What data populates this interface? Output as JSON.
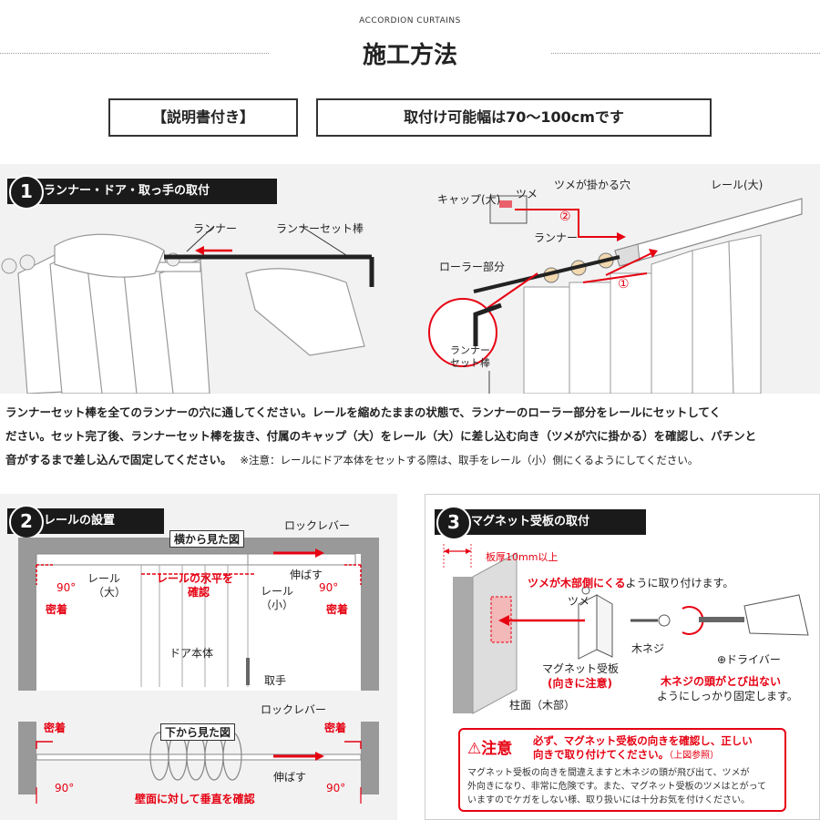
{
  "header": {
    "subtitle": "ACCORDION CURTAINS",
    "title": "施工方法",
    "badge_manual": "【説明書付き】",
    "badge_width": "取付け可能幅は70〜100cmです"
  },
  "step1": {
    "number": "1",
    "heading": "ランナー・ドア・取っ手の取付",
    "label_runner": "ランナー",
    "label_runner_rod": "ランナーセット棒",
    "label_cap": "キャップ(大)",
    "label_claw": "ツメ",
    "label_claw_hole": "ツメが掛かる穴",
    "label_rail_large": "レール(大)",
    "label_runner2": "ランナー",
    "label_roller": "ローラー部分",
    "label_rod_circle_1": "ランナー",
    "label_rod_circle_2": "セット棒",
    "mark_1": "①",
    "mark_2": "②",
    "instruction_1": "ランナーセット棒を全てのランナーの穴に通してください。レールを縮めたままの状態で、ランナーのローラー部分をレールにセットしてく",
    "instruction_2": "ださい。セット完了後、ランナーセット棒を抜き、付属のキャップ（大）をレール（大）に差し込む向き（ツメが穴に掛かる）を確認し、パチンと",
    "instruction_3": "音がするまで差し込んで固定してください。",
    "note": "※注意：レールにドア本体をセットする際は、取手をレール（小）側にくるようにしてください。"
  },
  "step2": {
    "number": "2",
    "heading": "レールの設置",
    "side_view": "横から見た図",
    "lock_lever": "ロックレバー",
    "rail_large_1": "レール",
    "rail_large_2": "（大）",
    "level_note_1": "レールの水平を",
    "level_note_2": "確認",
    "extend": "伸ばす",
    "rail_small_1": "レール",
    "rail_small_2": "（小）",
    "angle_left": "90°",
    "angle_right": "90°",
    "tight_left": "密着",
    "tight_right": "密着",
    "door_body": "ドア本体",
    "handle": "取手",
    "bottom_view": "下から見た図",
    "lock_lever_2": "ロックレバー",
    "tight_left_2": "密着",
    "tight_right_2": "密着",
    "extend_2": "伸ばす",
    "angle_left_2": "90°",
    "angle_right_2": "90°",
    "perpendicular_note": "壁面に対して垂直を確認"
  },
  "step3": {
    "number": "3",
    "heading": "マグネット受板の取付",
    "thickness": "板厚10mm以上",
    "claw_side_red": "ツメが木部側にくる",
    "claw_side_rest": "ように取り付けます。",
    "claw": "ツメ",
    "wood_screw": "木ネジ",
    "driver": "⊕ドライバー",
    "magnet_plate": "マグネット受板",
    "orientation_note": "(向きに注意)",
    "pillar": "柱面（木部）",
    "screw_note_red": "木ネジの頭がとび出ない",
    "screw_note_rest": "ようにしっかり固定します。",
    "warn_title": "⚠注意",
    "warn_main_1": "必ず、マグネット受板の向きを確認し、正しい",
    "warn_main_2": "向きで取り付けてください。",
    "warn_ref": "（上図参照）",
    "warn_body_1": "マグネット受板の向きを間違えますと木ネジの頭が飛び出て、ツメが",
    "warn_body_2": "外向きになり、非常に危険です。また、マグネット受板のツメはとがって",
    "warn_body_3": "いますのでケガをしない様、取り扱いには十分お気を付けください。"
  },
  "colors": {
    "accent_red": "#e60012",
    "panel_gray": "#f2f2f2",
    "head_black": "#1a1a1a"
  }
}
